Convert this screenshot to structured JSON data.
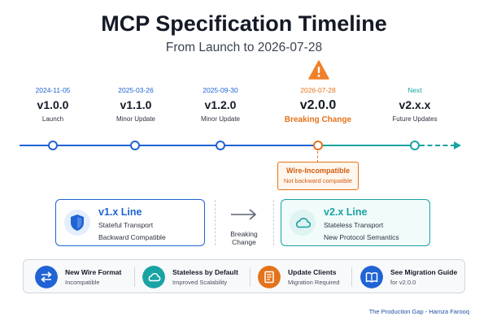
{
  "header": {
    "title": "MCP Specification Timeline",
    "subtitle": "From Launch to 2026-07-28"
  },
  "milestones": [
    {
      "date": "2024-11-05",
      "version": "v1.0.0",
      "label": "Launch"
    },
    {
      "date": "2025-03-26",
      "version": "v1.1.0",
      "label": "Minor Update"
    },
    {
      "date": "2025-09-30",
      "version": "v1.2.0",
      "label": "Minor Update"
    },
    {
      "date": "2026-07-28",
      "version": "v2.0.0",
      "label": "Breaking Change"
    },
    {
      "date": "Next",
      "version": "v2.x.x",
      "label": "Future Updates"
    }
  ],
  "callout": {
    "title": "Wire-Incompatible",
    "subtitle": "Not backward compatible"
  },
  "lines": {
    "v1": {
      "title": "v1.x Line",
      "desc1": "Stateful Transport",
      "desc2": "Backward Compatible",
      "icon": "shield-icon"
    },
    "v2": {
      "title": "v2.x Line",
      "desc1": "Stateless Transport",
      "desc2": "New Protocol Semantics",
      "icon": "cloud-icon"
    },
    "transition": {
      "line1": "Breaking",
      "line2": "Change"
    }
  },
  "features": [
    {
      "title": "New Wire Format",
      "subtitle": "Incompatible",
      "icon": "swap-arrows-icon",
      "color": "#1f63d4"
    },
    {
      "title": "Stateless by Default",
      "subtitle": "Improved Scalability",
      "icon": "cloud-icon",
      "color": "#1aa3a3"
    },
    {
      "title": "Update Clients",
      "subtitle": "Migration Required",
      "icon": "document-icon",
      "color": "#e4731b"
    },
    {
      "title": "See Migration Guide",
      "subtitle": "for v2.0.0",
      "icon": "book-icon",
      "color": "#1f63d4"
    }
  ],
  "footer": {
    "credit": "The Production Gap - Hamza Farooq"
  },
  "colors": {
    "blue": "#1f63d4",
    "teal": "#1aa3a3",
    "orange": "#e4731b"
  }
}
